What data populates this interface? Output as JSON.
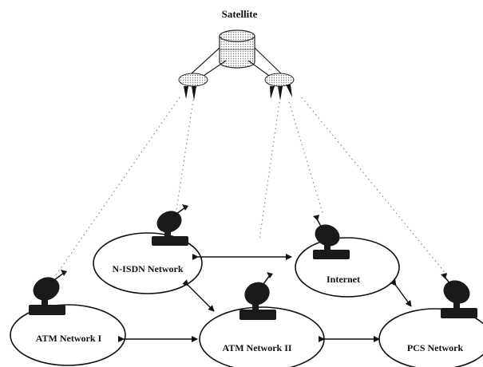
{
  "title": "Satellite",
  "nodes": {
    "atm1": "ATM Network I",
    "nisdn": "N-ISDN Network",
    "atm2": "ATM Network II",
    "internet": "Internet",
    "pcs": "PCS Network"
  },
  "colors": {
    "ink": "#111111",
    "dish": "#1a1a1a",
    "dotted": "#888888"
  }
}
